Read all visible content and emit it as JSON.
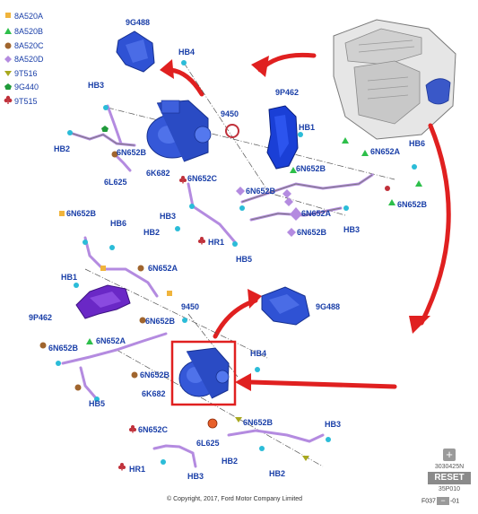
{
  "legend": [
    {
      "code": "8A520A",
      "symbol": "square",
      "color": "#f0b43c"
    },
    {
      "code": "8A520B",
      "symbol": "triangle",
      "color": "#2dbf4a"
    },
    {
      "code": "8A520C",
      "symbol": "circle",
      "color": "#a0652e"
    },
    {
      "code": "8A520D",
      "symbol": "diamond",
      "color": "#b48be0"
    },
    {
      "code": "9T516",
      "symbol": "triangle-down",
      "color": "#a8a81e"
    },
    {
      "code": "9G440",
      "symbol": "pentagon",
      "color": "#1f9a3a"
    },
    {
      "code": "9T515",
      "symbol": "club",
      "color": "#c0303a"
    }
  ],
  "labels": {
    "l_9g488_top": "9G488",
    "l_hb4_top": "HB4",
    "l_hb3_a": "HB3",
    "l_9450_top": "9450",
    "l_9p462_top": "9P462",
    "l_hb1_top": "HB1",
    "l_hb2_a": "HB2",
    "l_6n652b_a": "6N652B",
    "l_6l625_top": "6L625",
    "l_6k682_top": "6K682",
    "l_6n652c_top": "6N652C",
    "l_6n652b_b": "6N652B",
    "l_6n652b_c": "6N652B",
    "l_6n652a_a": "6N652A",
    "l_6n652b_d": "6N652B",
    "l_hb6_top": "HB6",
    "l_6n652a_b": "6N652A",
    "l_6n652b_e": "6N652B",
    "l_hb3_b": "HB3",
    "l_hb3_c": "HB3",
    "l_hb2_b": "HB2",
    "l_hr1_a": "HR1",
    "l_hb5_top": "HB5",
    "l_6n652b_f": "6N652B",
    "l_hb6_b": "HB6",
    "l_6n652a_c": "6N652A",
    "l_hb1_b": "HB1",
    "l_9p462_b": "9P462",
    "l_9450_b": "9450",
    "l_6n652b_g": "6N652B",
    "l_9g488_b": "9G488",
    "l_6n652b_h": "6N652B",
    "l_6n652a_d": "6N652A",
    "l_hb4_b": "HB4",
    "l_6n652b_i": "6N652B",
    "l_6k682_b": "6K682",
    "l_hb5_b": "HB5",
    "l_6n652c_b": "6N652C",
    "l_6n652b_j": "6N652B",
    "l_hb3_d": "HB3",
    "l_6l625_b": "6L625",
    "l_hr1_b": "HR1",
    "l_hb3_e": "HB3",
    "l_hb2_c": "HB2",
    "l_hb2_d": "HB2"
  },
  "copyright": "© Copyright, 2017, Ford Motor Company Limited",
  "controls": {
    "zoom_in": "+",
    "refs": [
      "3030425N",
      "35P010"
    ],
    "reset": "RESET",
    "zoom_out": "−",
    "figure_code": "F037",
    "figure_suffix": "-01"
  }
}
